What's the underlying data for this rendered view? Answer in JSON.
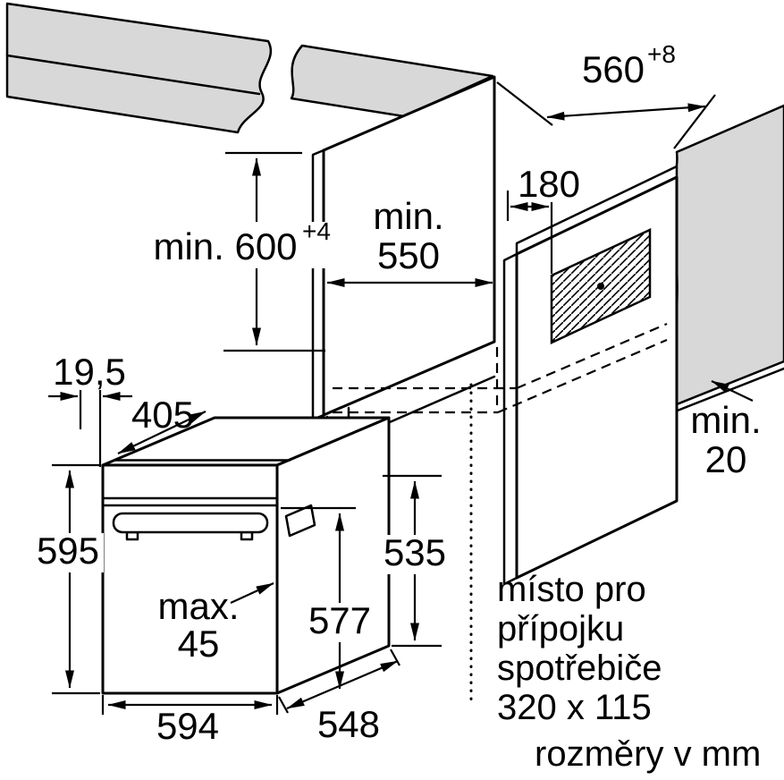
{
  "labels": {
    "niche_width": {
      "value": "560",
      "sup": "+8"
    },
    "niche_height": {
      "value": "min. 600",
      "sup": "+4"
    },
    "niche_depth": {
      "line1": "min.",
      "line2": "550"
    },
    "connection_offset": "180",
    "rear_gap": {
      "line1": "min.",
      "line2": "20"
    },
    "door_overhang": "19,5",
    "top_depth": "405",
    "oven_height": "595",
    "door_protrusion": {
      "line1": "max.",
      "line2": "45"
    },
    "dim_577": "577",
    "dim_535": "535",
    "oven_width": "594",
    "oven_depth": "548"
  },
  "note": {
    "line1": "místo pro",
    "line2": "přípojku",
    "line3": "spotřebiče",
    "line4": "320 x 115"
  },
  "units": "rozměry v mm",
  "colors": {
    "line": "#000000",
    "surface": "#d8d8d8",
    "background": "#ffffff"
  }
}
